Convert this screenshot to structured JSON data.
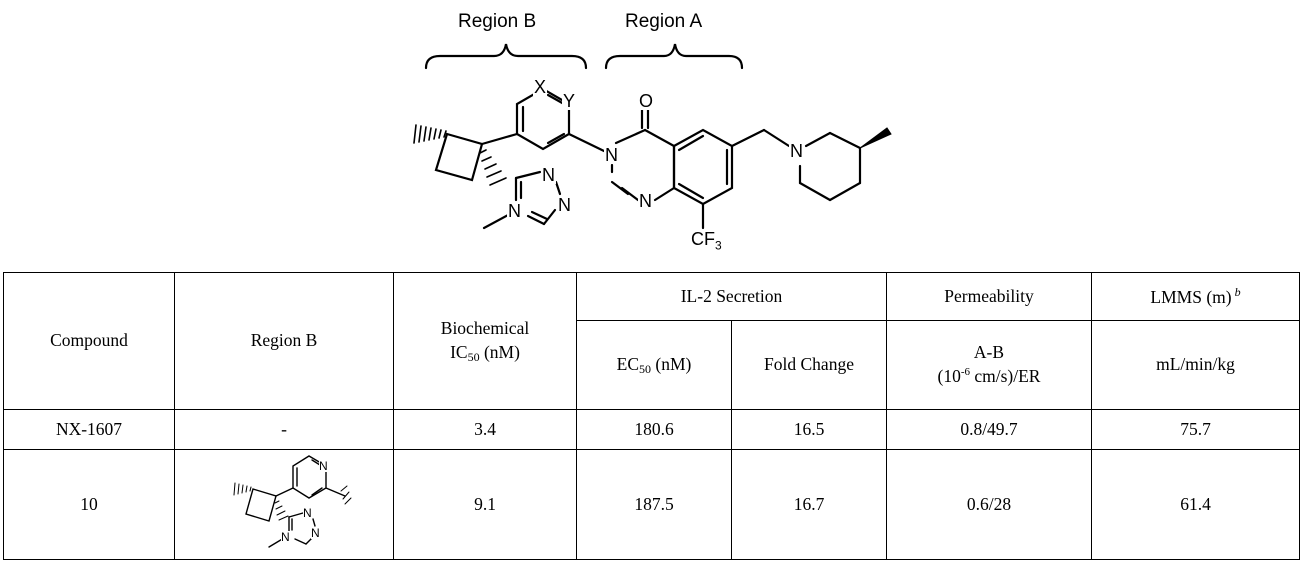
{
  "scheme": {
    "region_b_label": "Region B",
    "region_a_label": "Region A",
    "atoms": {
      "x": "X",
      "y": "Y",
      "o": "O",
      "n_amide": "N",
      "n_pyrimidine": "N",
      "n_piperidine": "N",
      "cf3": "CF",
      "cf3_sub": "3",
      "triazole_n1": "N",
      "triazole_n2": "N",
      "triazole_n4": "N"
    }
  },
  "table": {
    "headers": {
      "compound": "Compound",
      "region_b": "Region B",
      "biochemical_line1": "Biochemical",
      "biochemical_ic": "IC",
      "biochemical_sub": "50",
      "biochemical_unit": " (nM)",
      "il2": "IL-2 Secretion",
      "ec": "EC",
      "ec_sub": "50",
      "ec_unit": " (nM)",
      "fold_change": "Fold Change",
      "permeability": "Permeability",
      "ab": "A-B",
      "perm_unit_pre": "(10",
      "perm_unit_exp": "-6",
      "perm_unit_post": " cm/s)/ER",
      "lmms": "LMMS (m)",
      "lmms_footnote": "b",
      "lmms_unit": "mL/min/kg"
    },
    "rows": [
      {
        "compound": "NX-1607",
        "region_b": "-",
        "ic50": "3.4",
        "ec50": "180.6",
        "fold_change": "16.5",
        "permeability": "0.8/49.7",
        "lmms": "75.7"
      },
      {
        "compound": "10",
        "region_b": "",
        "ic50": "9.1",
        "ec50": "187.5",
        "fold_change": "16.7",
        "permeability": "0.6/28",
        "lmms": "61.4"
      }
    ],
    "fragment_atoms": {
      "n_pyridine": "N",
      "tz_n1": "N",
      "tz_n2": "N",
      "tz_n4": "N"
    }
  }
}
